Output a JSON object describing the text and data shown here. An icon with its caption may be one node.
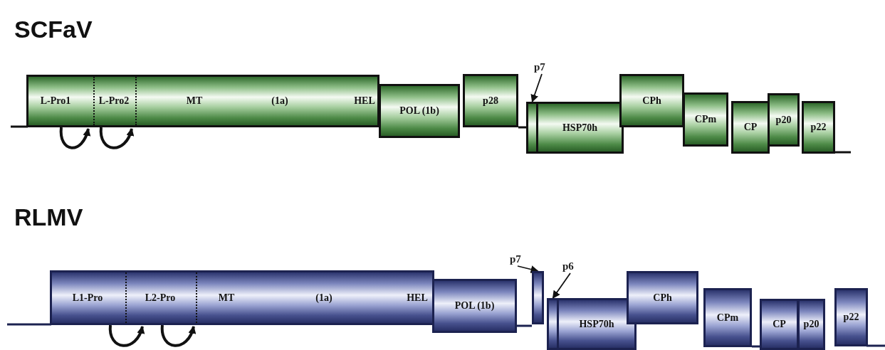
{
  "diagram": {
    "nodes": [
      {
        "text": [
          "L-Pro1",
          "L-Pro2",
          "MT",
          "(1a)",
          "HEL"
        ]
      },
      {
        "text": [
          "POL (1b)"
        ]
      },
      {
        "text": [
          "p28"
        ]
      },
      {
        "text": [
          "p7"
        ]
      },
      {
        "text": [],
        "shape": "bar"
      },
      {
        "text": [
          "HSP70h"
        ]
      },
      {
        "text": [
          "CPh"
        ]
      },
      {
        "text": [
          "CPm"
        ]
      },
      {
        "text": [
          "CP"
        ]
      },
      {
        "text": [
          "p20"
        ]
      },
      {
        "text": [
          "p22"
        ]
      },
      {
        "text": [
          "L1-Pro",
          "L2-Pro",
          "MT",
          "(1a)",
          "HEL"
        ]
      },
      {
        "text": [
          "POL (1b)"
        ]
      },
      {
        "text": [
          "p7"
        ]
      },
      {
        "text": [],
        "shape": "bar"
      },
      {
        "text": [
          "p6"
        ]
      },
      {
        "text": [],
        "shape": "bar"
      },
      {
        "text": [
          "HSP70h"
        ]
      },
      {
        "text": [
          "CPh"
        ]
      },
      {
        "text": [
          "CPm"
        ]
      },
      {
        "text": [
          "CP"
        ]
      },
      {
        "text": [
          "p20"
        ]
      },
      {
        "text": [
          "p22"
        ]
      }
    ],
    "edges": [
      {
        "from": 3,
        "to": 4,
        "arrow": "to"
      },
      {
        "from": 13,
        "to": 14,
        "arrow": "to"
      },
      {
        "from": 15,
        "to": 16,
        "arrow": "to"
      },
      {
        "from": 0,
        "to": 0,
        "arrow": "to"
      },
      {
        "from": 0,
        "to": 0,
        "arrow": "to"
      },
      {
        "from": 11,
        "to": 11,
        "arrow": "to"
      },
      {
        "from": 11,
        "to": 11,
        "arrow": "to"
      },
      {
        "from": 2,
        "to": 4,
        "arrow": "none"
      },
      {
        "from": 12,
        "to": 14,
        "arrow": "none"
      },
      {
        "from": 19,
        "to": 20,
        "arrow": "none"
      }
    ],
    "labels": [
      "SCFaV",
      "RLMV"
    ]
  }
}
